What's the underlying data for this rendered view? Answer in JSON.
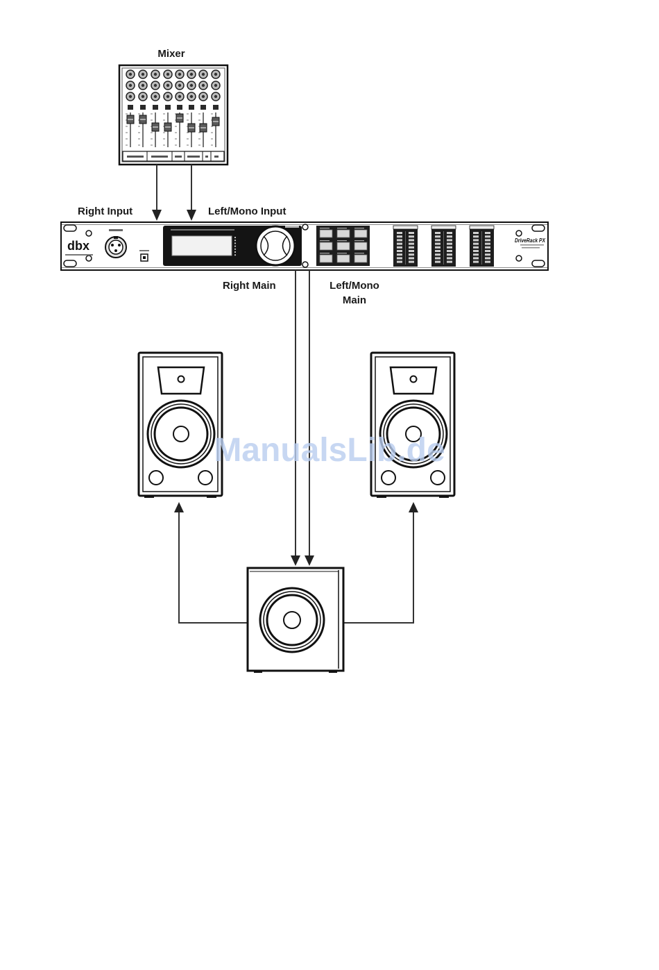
{
  "labels": {
    "mixer": "Mixer",
    "right_input": "Right Input",
    "left_mono_input": "Left/Mono Input",
    "right_main": "Right Main",
    "left_mono_main": [
      "Left/Mono",
      "Main"
    ]
  },
  "device": {
    "brand_logo": "dbx",
    "model_logo": "DriveRack PX"
  },
  "watermark": "ManualsLib.de",
  "colors": {
    "line": "#333333",
    "outline": "#111111",
    "panel_dark": "#1e1e1e",
    "watermark": "#b9cdef"
  }
}
